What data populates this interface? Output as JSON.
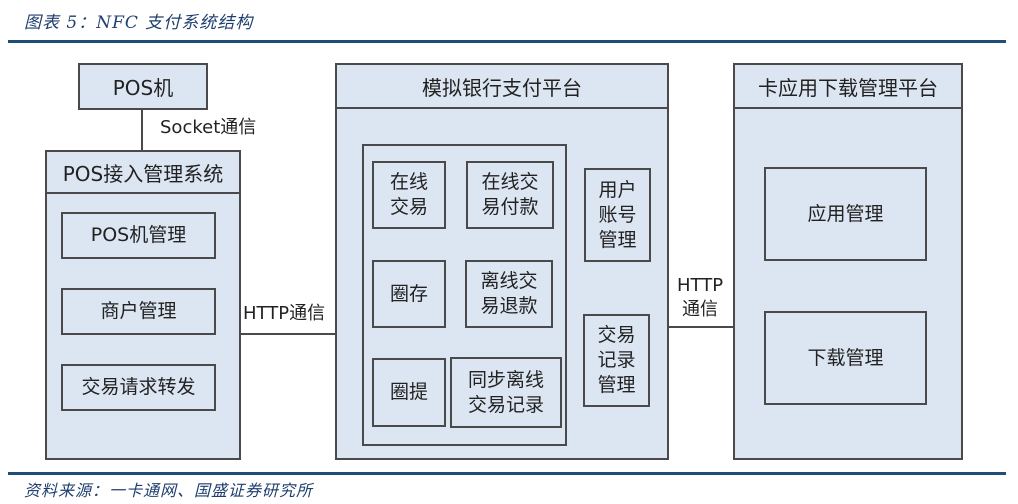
{
  "figure": {
    "caption": "图表 5：NFC 支付系统结构",
    "source": "资料来源：一卡通网、国盛证券研究所"
  },
  "pos_terminal": {
    "label": "POS机"
  },
  "connections": {
    "socket": "Socket通信",
    "http_left": "HTTP通信",
    "http_right_line1": "HTTP",
    "http_right_line2": "通信"
  },
  "pos_access_system": {
    "title": "POS接入管理系统",
    "modules": [
      "POS机管理",
      "商户管理",
      "交易请求转发"
    ]
  },
  "bank_platform": {
    "title": "模拟银行支付平台",
    "inner_modules": [
      {
        "line1": "在线",
        "line2": "交易"
      },
      {
        "line1": "在线交",
        "line2": "易付款"
      },
      {
        "line1": "圈存",
        "line2": ""
      },
      {
        "line1": "离线交",
        "line2": "易退款"
      },
      {
        "line1": "圈提",
        "line2": ""
      },
      {
        "line1": "同步离线",
        "line2": "交易记录"
      }
    ],
    "side_modules": [
      {
        "line1": "用户",
        "line2": "账号",
        "line3": "管理"
      },
      {
        "line1": "交易",
        "line2": "记录",
        "line3": "管理"
      }
    ]
  },
  "card_app_platform": {
    "title": "卡应用下载管理平台",
    "modules": [
      "应用管理",
      "下载管理"
    ]
  },
  "colors": {
    "box_fill": "#dce6f2",
    "border": "#4a4a4a",
    "rule": "#1f4e79",
    "caption_text": "#1f3f6e"
  }
}
